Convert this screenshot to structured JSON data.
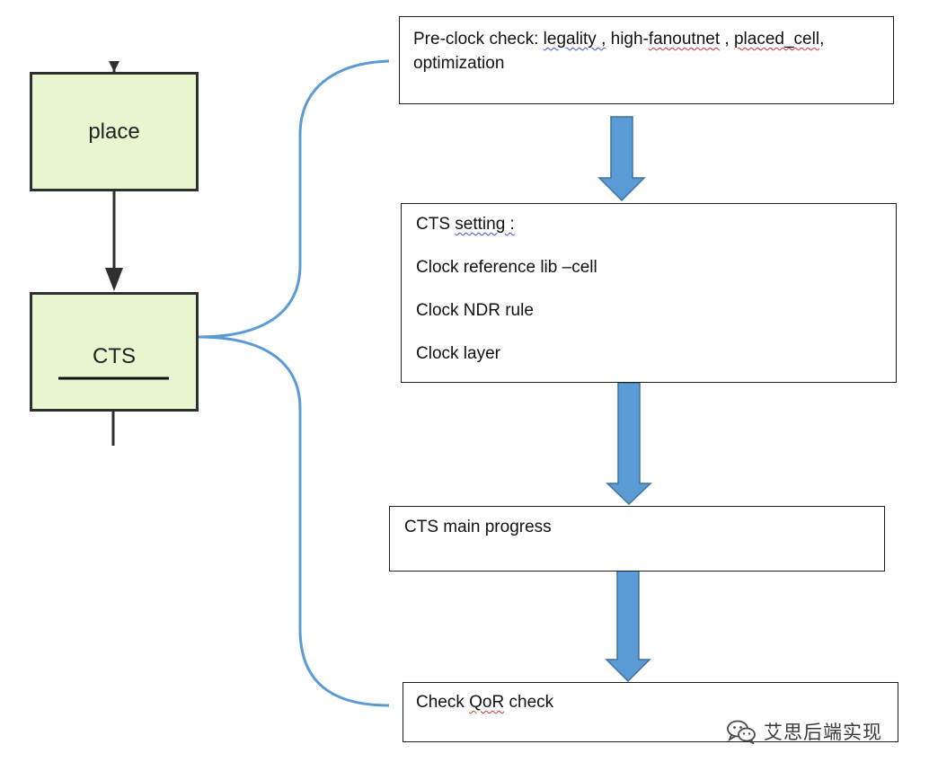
{
  "flow": {
    "place_label": "place",
    "cts_label": "CTS"
  },
  "steps": {
    "preclock": {
      "prefix": "Pre-clock check: ",
      "legality": "legality ,",
      "sep1": " high-",
      "fanoutnet": "fanoutnet",
      "sep2": " , ",
      "placed_cell": "placed_cell",
      "sep3": ",",
      "line2": "optimization"
    },
    "setting": {
      "heading_prefix": "CTS ",
      "heading_word": "setting :",
      "items": [
        "Clock reference lib –cell",
        "Clock NDR rule",
        "Clock layer"
      ]
    },
    "main": {
      "label": "CTS main progress"
    },
    "qor": {
      "prefix": "Check ",
      "word": "QoR",
      "suffix": " check"
    }
  },
  "watermark": {
    "text": "艾思后端实现",
    "icon": "wechat-icon"
  },
  "colors": {
    "flow_box_fill": "#e7f6cf",
    "flow_box_border": "#2f2f2f",
    "arrow_fill": "#5b9bd5",
    "arrow_border": "#41719c",
    "bracket_line": "#5b9bd5",
    "spellcheck_red": "#d9332b",
    "spellcheck_blue": "#3a55cc"
  }
}
